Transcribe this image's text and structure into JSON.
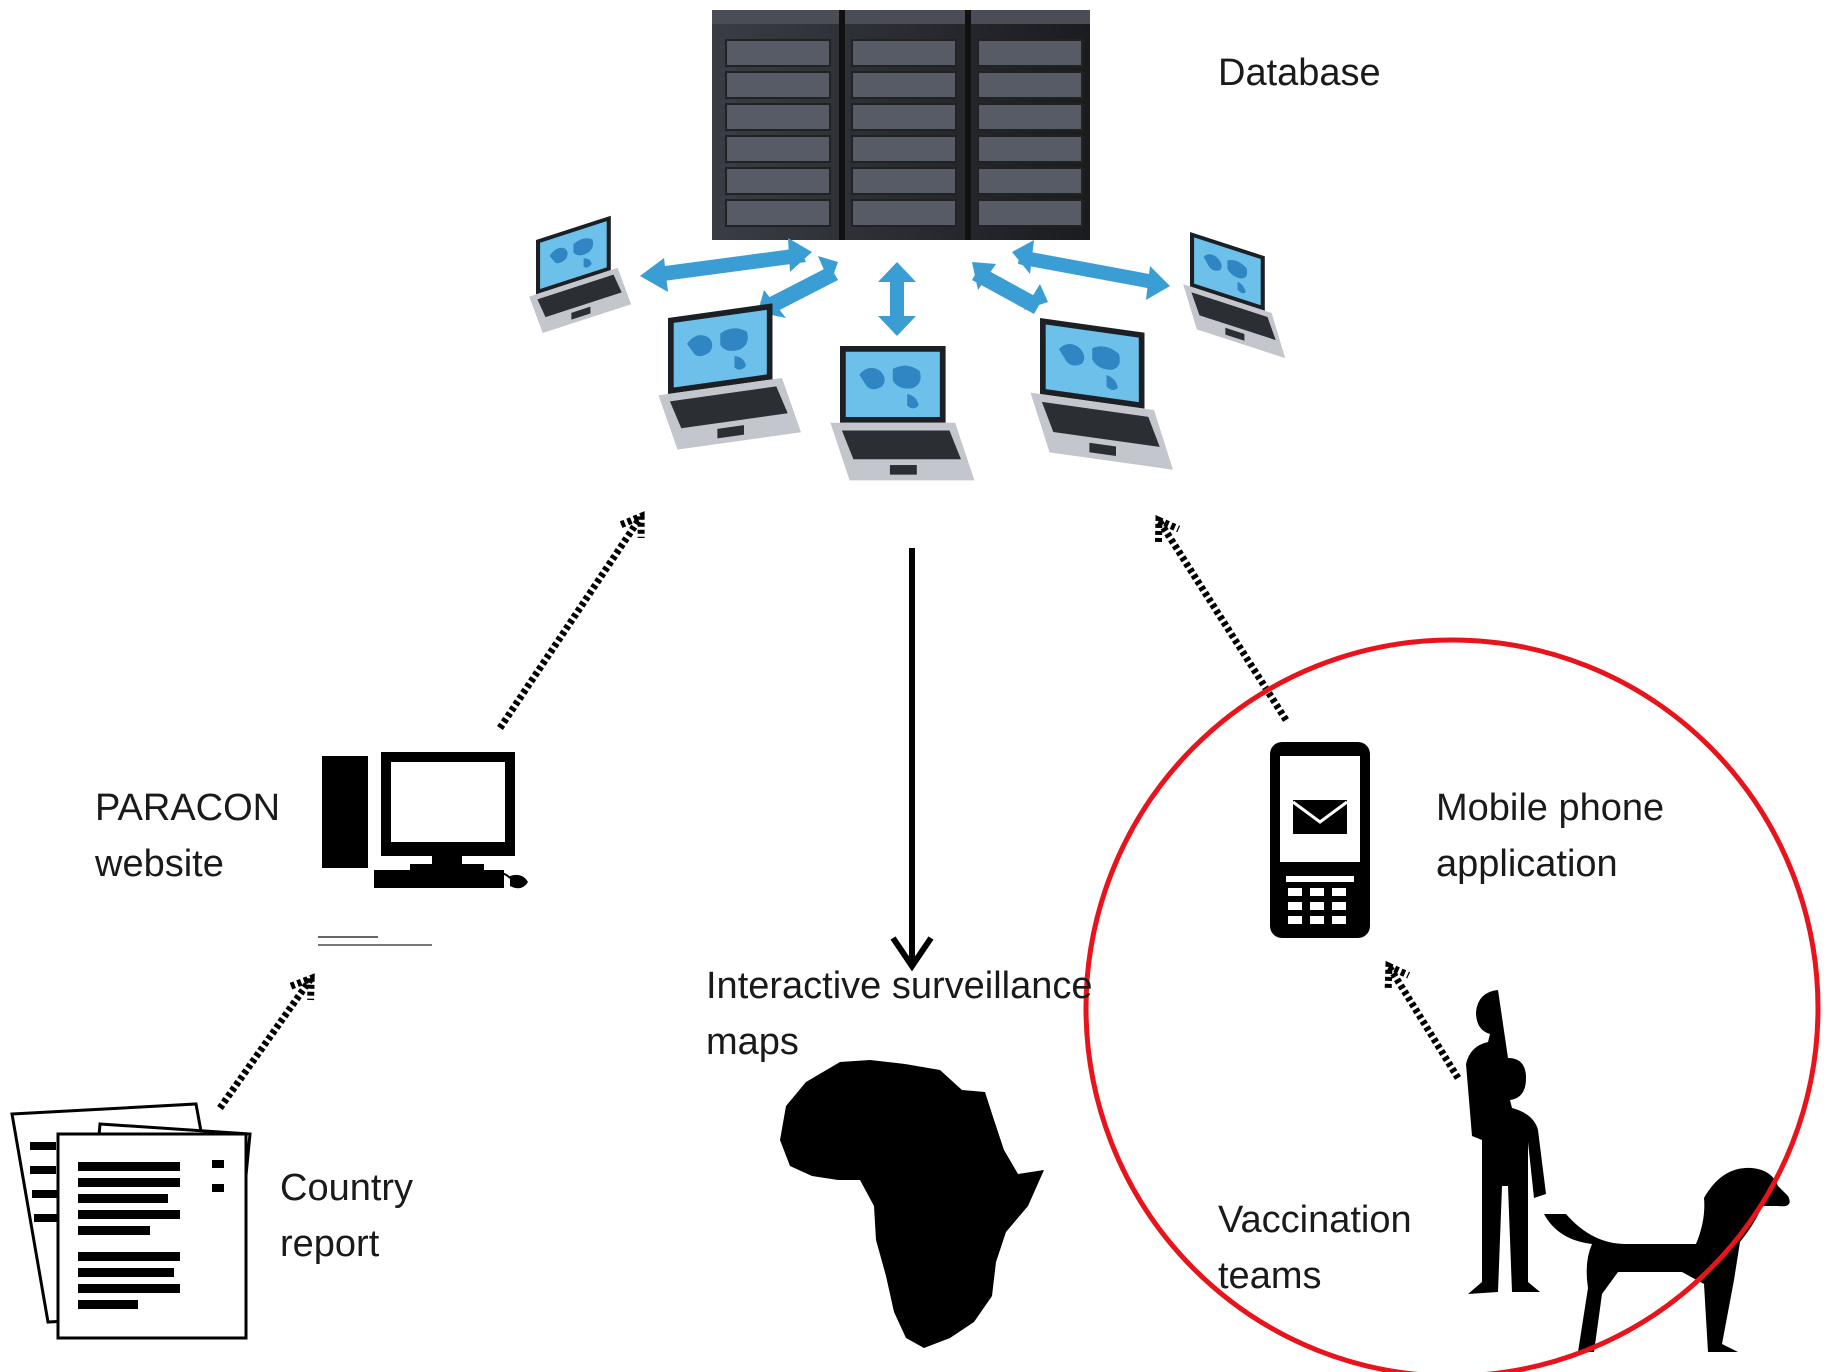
{
  "labels": {
    "database": "Database",
    "paracon": [
      "PARACON",
      "website"
    ],
    "country_report": [
      "Country",
      "report"
    ],
    "maps": [
      "Interactive surveillance",
      "maps"
    ],
    "mobile": [
      "Mobile phone",
      "application"
    ],
    "vaccination": [
      "Vaccination",
      "teams"
    ]
  },
  "colors": {
    "highlight_circle": "#e8131b",
    "link_arrow": "#3a9ed4",
    "server_body": "#2b2d33",
    "laptop_body": "#b9bdc4",
    "laptop_screen": "#6cc0ea",
    "silhouette": "#000000"
  },
  "icons": [
    "server-rack-icon",
    "laptop-icon",
    "desktop-computer-icon",
    "document-stack-icon",
    "africa-map-icon",
    "mobile-phone-icon",
    "envelope-icon",
    "person-silhouette-icon",
    "dog-silhouette-icon"
  ]
}
